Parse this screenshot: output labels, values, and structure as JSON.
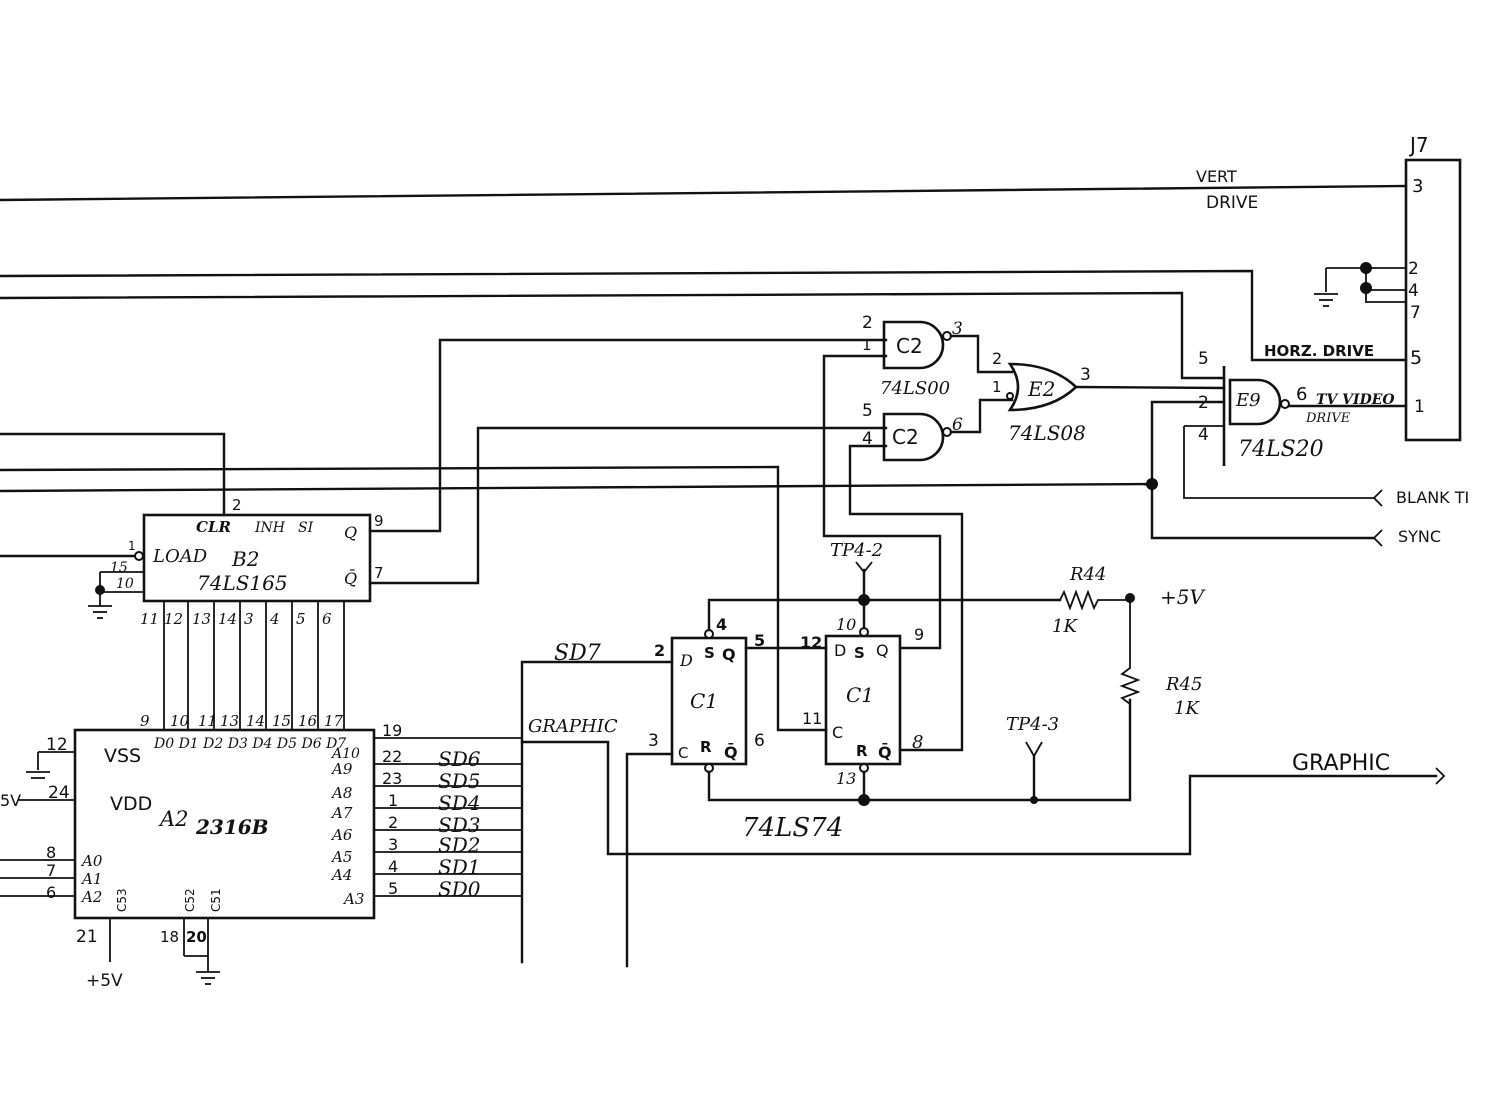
{
  "connector": {
    "ref": "J7",
    "pins": [
      "3",
      "2",
      "4",
      "7",
      "5",
      "1"
    ]
  },
  "nets": {
    "vert_drive_1": "VERT",
    "vert_drive_2": "DRIVE",
    "horz_drive": "HORZ. DRIVE",
    "tv_video_1": "TV VIDEO",
    "tv_video_2": "DRIVE",
    "blank": "BLANK TI",
    "sync": "SYNC",
    "graphic_right": "GRAPHIC",
    "graphic_mid": "GRAPHIC",
    "sd7": "SD7",
    "plus5v_top": "+5V",
    "plus5v_bottom": "+5V",
    "minus5v_left": "5V",
    "tp4_2": "TP4-2",
    "tp4_3": "TP4-3"
  },
  "resistors": {
    "r44": {
      "ref": "R44",
      "value": "1K"
    },
    "r45": {
      "ref": "R45",
      "value": "1K"
    }
  },
  "gates": {
    "c2a": {
      "ref": "C2",
      "in1": "2",
      "in2": "1",
      "out": "3",
      "type": "74LS00"
    },
    "c2b": {
      "ref": "C2",
      "in1": "5",
      "in2": "4",
      "out": "6"
    },
    "e2": {
      "ref": "E2",
      "in1": "2",
      "in2": "1",
      "out": "3",
      "type": "74LS08"
    },
    "e9": {
      "ref": "E9",
      "in1": "5",
      "in2": "2",
      "in3": "4",
      "out": "6",
      "type": "74LS20"
    }
  },
  "b2": {
    "ref": "B2",
    "type": "74LS165",
    "clr": "CLR",
    "inh": "INH",
    "si": "SI",
    "q": "Q",
    "qbar": "Q̄",
    "load": "LOAD",
    "pin_clr": "2",
    "pin_q": "9",
    "pin_qbar": "7",
    "pin_load": "1",
    "pin_15": "15",
    "pin_10": "10",
    "bottom_pins": [
      "11",
      "12",
      "13",
      "14",
      "3",
      "4",
      "5",
      "6"
    ]
  },
  "a2": {
    "ref": "A2",
    "type": "2316B",
    "vss": "VSS",
    "vdd": "VDD",
    "pin_vss": "12",
    "pin_vdd": "24",
    "pin_21": "21",
    "pin_18": "18",
    "pin_20": "20",
    "data_label": "D0 D1 D2 D3 D4 D5 D6 D7",
    "top_pins": [
      "9",
      "10",
      "11",
      "13",
      "14",
      "15",
      "16",
      "17"
    ],
    "right_pins": [
      {
        "addr": "A10",
        "pin": "19"
      },
      {
        "addr": "A9",
        "pin": "22",
        "net": "SD6"
      },
      {
        "addr": "A8",
        "pin": "23",
        "net": "SD5"
      },
      {
        "addr": "A7",
        "pin": "1",
        "net": "SD4"
      },
      {
        "addr": "A6",
        "pin": "2",
        "net": "SD3"
      },
      {
        "addr": "A5",
        "pin": "3",
        "net": "SD2"
      },
      {
        "addr": "A4",
        "pin": "4",
        "net": "SD1"
      },
      {
        "addr": "A3",
        "pin": "5",
        "net": "SD0"
      }
    ],
    "left_pins": [
      {
        "addr": "A0",
        "pin": "8"
      },
      {
        "addr": "A1",
        "pin": "7"
      },
      {
        "addr": "A2",
        "pin": "6"
      }
    ],
    "caps": [
      "C53",
      "C52",
      "C51"
    ]
  },
  "ff1": {
    "ref": "C1",
    "d": "D",
    "s": "S",
    "q": "Q",
    "c": "C",
    "r": "R",
    "qbar": "Q̄",
    "pin_d": "2",
    "pin_s": "4",
    "pin_q": "5",
    "pin_c": "3",
    "pin_qbar": "6"
  },
  "ff2": {
    "ref": "C1",
    "d": "D",
    "s": "S",
    "q": "Q",
    "c": "C",
    "r": "R",
    "qbar": "Q̄",
    "pin_d": "12",
    "pin_s": "10",
    "pin_q": "9",
    "pin_c": "11",
    "pin_r": "13",
    "pin_qbar": "8"
  },
  "ff_type": "74LS74"
}
